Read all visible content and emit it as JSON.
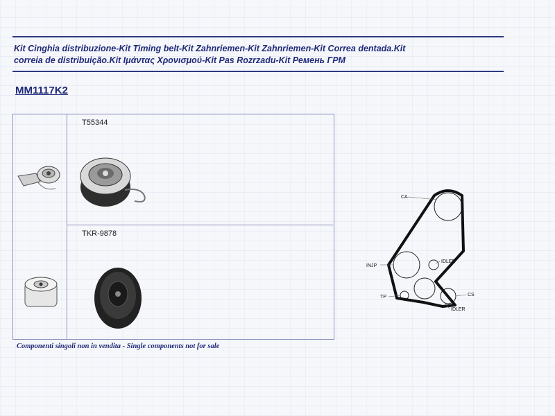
{
  "header": {
    "title_line1": "Kit Cinghia distribuzione-Kit Timing belt-Kit Zahnriemen-Kit Zahnriemen-Kit Correa dentada.Kit",
    "title_line2": "correia de distribuição.Kit Ιμάντας Χρονισμού-Kit Pas Rozrzadu-Kit Ремень ГРМ",
    "kit_code": "MM1117K2"
  },
  "parts": [
    {
      "code": "T55344"
    },
    {
      "code": "TKR-9878"
    }
  ],
  "diagram": {
    "labels": {
      "ca": "CA",
      "inj": "INJP",
      "idler_top": "IDLER",
      "tp": "TP",
      "cs": "CS",
      "idler_bottom": "IDLER"
    }
  },
  "footer": {
    "note": "Componenti singoli non in vendita - Single components not for sale"
  },
  "colors": {
    "brand": "#1f2a78",
    "rule": "#2e3a82"
  }
}
